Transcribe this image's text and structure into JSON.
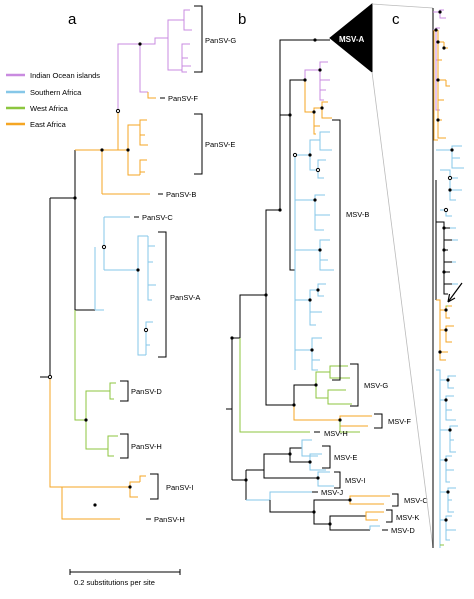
{
  "panels": {
    "a": {
      "letter": "a"
    },
    "b": {
      "letter": "b"
    },
    "c": {
      "letter": "c"
    }
  },
  "legend": [
    {
      "label": "Indian Ocean islands",
      "color": "#c98be0"
    },
    {
      "label": "Southern Africa",
      "color": "#86c7e8"
    },
    {
      "label": "West Africa",
      "color": "#8cc63f"
    },
    {
      "label": "East Africa",
      "color": "#f5a623"
    }
  ],
  "panel_a_clades": {
    "g": "PanSV-G",
    "f": "PanSV-F",
    "e": "PanSV-E",
    "b": "PanSV-B",
    "c": "PanSV-C",
    "a": "PanSV-A",
    "d": "PanSV-D",
    "h1": "PanSV-H",
    "i": "PanSV-I",
    "h2": "PanSV-H"
  },
  "panel_b_clades": {
    "collapsed": "MSV-A",
    "b": "MSV-B",
    "g": "MSV-G",
    "f": "MSV-F",
    "h": "MSV-H",
    "e": "MSV-E",
    "i": "MSV-I",
    "j": "MSV-J",
    "c": "MSV-C",
    "k": "MSV-K",
    "d": "MSV-D"
  },
  "scale_bar": {
    "label": "0.2 substitutions per site"
  },
  "colors": {
    "indian_ocean": "#c98be0",
    "southern": "#86c7e8",
    "west": "#8cc63f",
    "east": "#f5a623",
    "black": "#000000",
    "gray": "#bbbbbb"
  }
}
